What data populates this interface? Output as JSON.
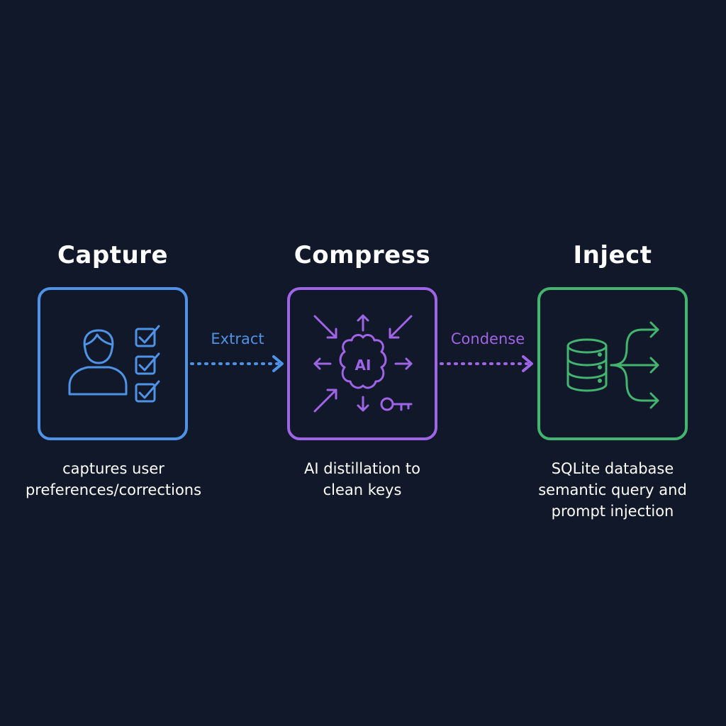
{
  "colors": {
    "background": "#111829",
    "capture": "#4f93e6",
    "compress": "#a064e6",
    "inject": "#43b56f",
    "text": "#ffffff"
  },
  "stages": [
    {
      "title": "Capture",
      "description_lines": [
        "captures user",
        "preferences/corrections"
      ],
      "icons": [
        "user-icon",
        "checklist-icon"
      ]
    },
    {
      "title": "Compress",
      "description_lines": [
        "AI distillation to",
        "clean keys"
      ],
      "icons": [
        "ai-brain-icon",
        "key-icon",
        "inward-arrows-icon"
      ],
      "icon_text": "AI"
    },
    {
      "title": "Inject",
      "description_lines": [
        "SQLite database",
        "semantic query and",
        "prompt injection"
      ],
      "icons": [
        "database-icon",
        "branch-arrows-icon"
      ]
    }
  ],
  "connectors": [
    {
      "label": "Extract",
      "from": "Capture",
      "to": "Compress"
    },
    {
      "label": "Condense",
      "from": "Compress",
      "to": "Inject"
    }
  ]
}
